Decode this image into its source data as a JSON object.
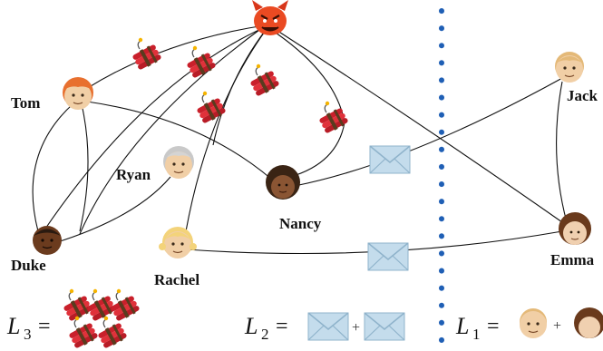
{
  "people": {
    "tom": "Tom",
    "ryan": "Ryan",
    "nancy": "Nancy",
    "duke": "Duke",
    "rachel": "Rachel",
    "jack": "Jack",
    "emma": "Emma"
  },
  "legend": {
    "l3": {
      "script": "L",
      "sub": "3",
      "eq": "="
    },
    "l2": {
      "script": "L",
      "sub": "2",
      "eq": "=",
      "plus": "+"
    },
    "l1": {
      "script": "L",
      "sub": "1",
      "eq": "=",
      "plus": "+"
    }
  },
  "icons": {
    "attacker": "devil-face-icon",
    "bomb": "dynamite-bomb-icon",
    "message": "envelope-icon",
    "person": "person-face-icon"
  },
  "colors": {
    "divider": "#1f5fb5",
    "edge": "#111111",
    "devil": "#e8411e",
    "dynamite": "#d4262f",
    "envelope": "#b9d6ea"
  }
}
